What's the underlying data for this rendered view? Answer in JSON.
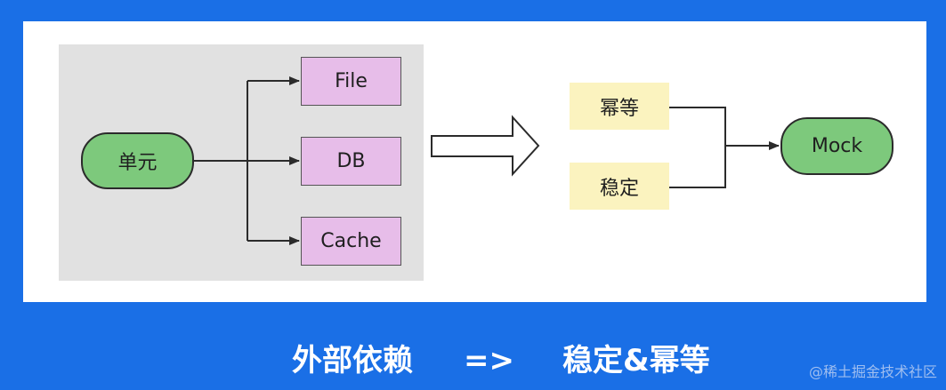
{
  "diagram": {
    "left": {
      "source": "单元",
      "targets": [
        "File",
        "DB",
        "Cache"
      ]
    },
    "right": {
      "inputs": [
        "幂等",
        "稳定"
      ],
      "result": "Mock"
    }
  },
  "caption": {
    "left": "外部依赖",
    "arrow": "=>",
    "right": "稳定&幂等"
  },
  "watermark": "@稀土掘金技术社区",
  "colors": {
    "background": "#1a6fe6",
    "panel": "#ffffff",
    "gray_area": "#e1e1e1",
    "green": "#7dc97c",
    "purple": "#e7bde9",
    "yellow": "#fbf3bf"
  }
}
